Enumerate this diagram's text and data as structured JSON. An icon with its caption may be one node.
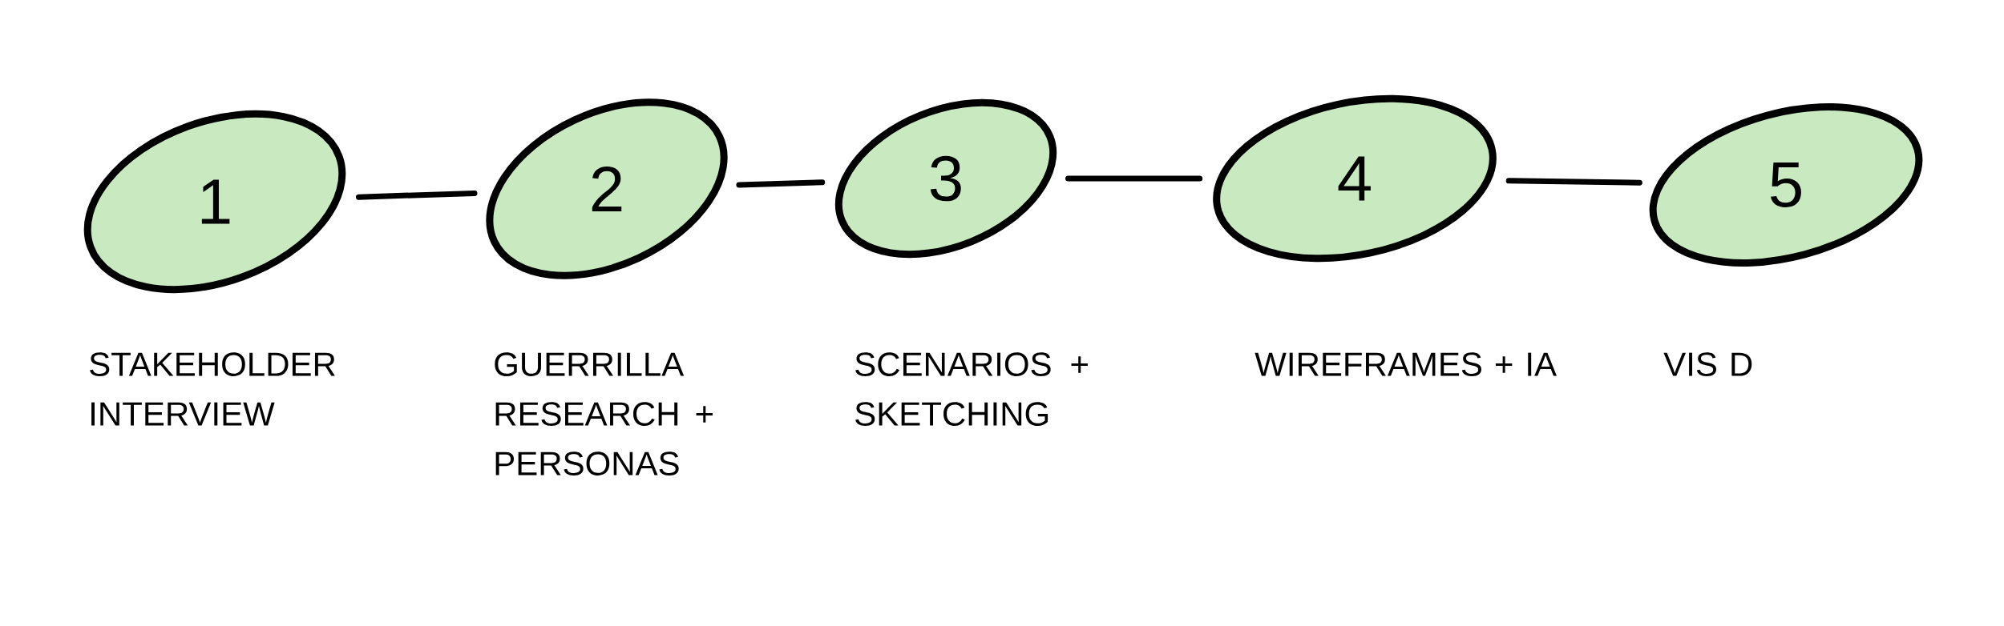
{
  "diagram": {
    "nodes": [
      {
        "text": [
          "1"
        ],
        "beside": [
          "STAKEHOLDER INTERVIEW"
        ]
      },
      {
        "text": [
          "2"
        ],
        "beside": [
          "GUERRILLA RESEARCH + PERSONAS"
        ]
      },
      {
        "text": [
          "3"
        ],
        "beside": [
          "SCENARIOS + SKETCHING"
        ]
      },
      {
        "text": [
          "4"
        ],
        "beside": [
          "WIREFRAMES + IA"
        ]
      },
      {
        "text": [
          "5"
        ],
        "beside": [
          "VIS D"
        ]
      }
    ],
    "edges": [
      {
        "from": 0,
        "to": 1,
        "arrow": "none"
      },
      {
        "from": 1,
        "to": 2,
        "arrow": "none"
      },
      {
        "from": 2,
        "to": 3,
        "arrow": "none"
      },
      {
        "from": 3,
        "to": 4,
        "arrow": "none"
      }
    ]
  }
}
